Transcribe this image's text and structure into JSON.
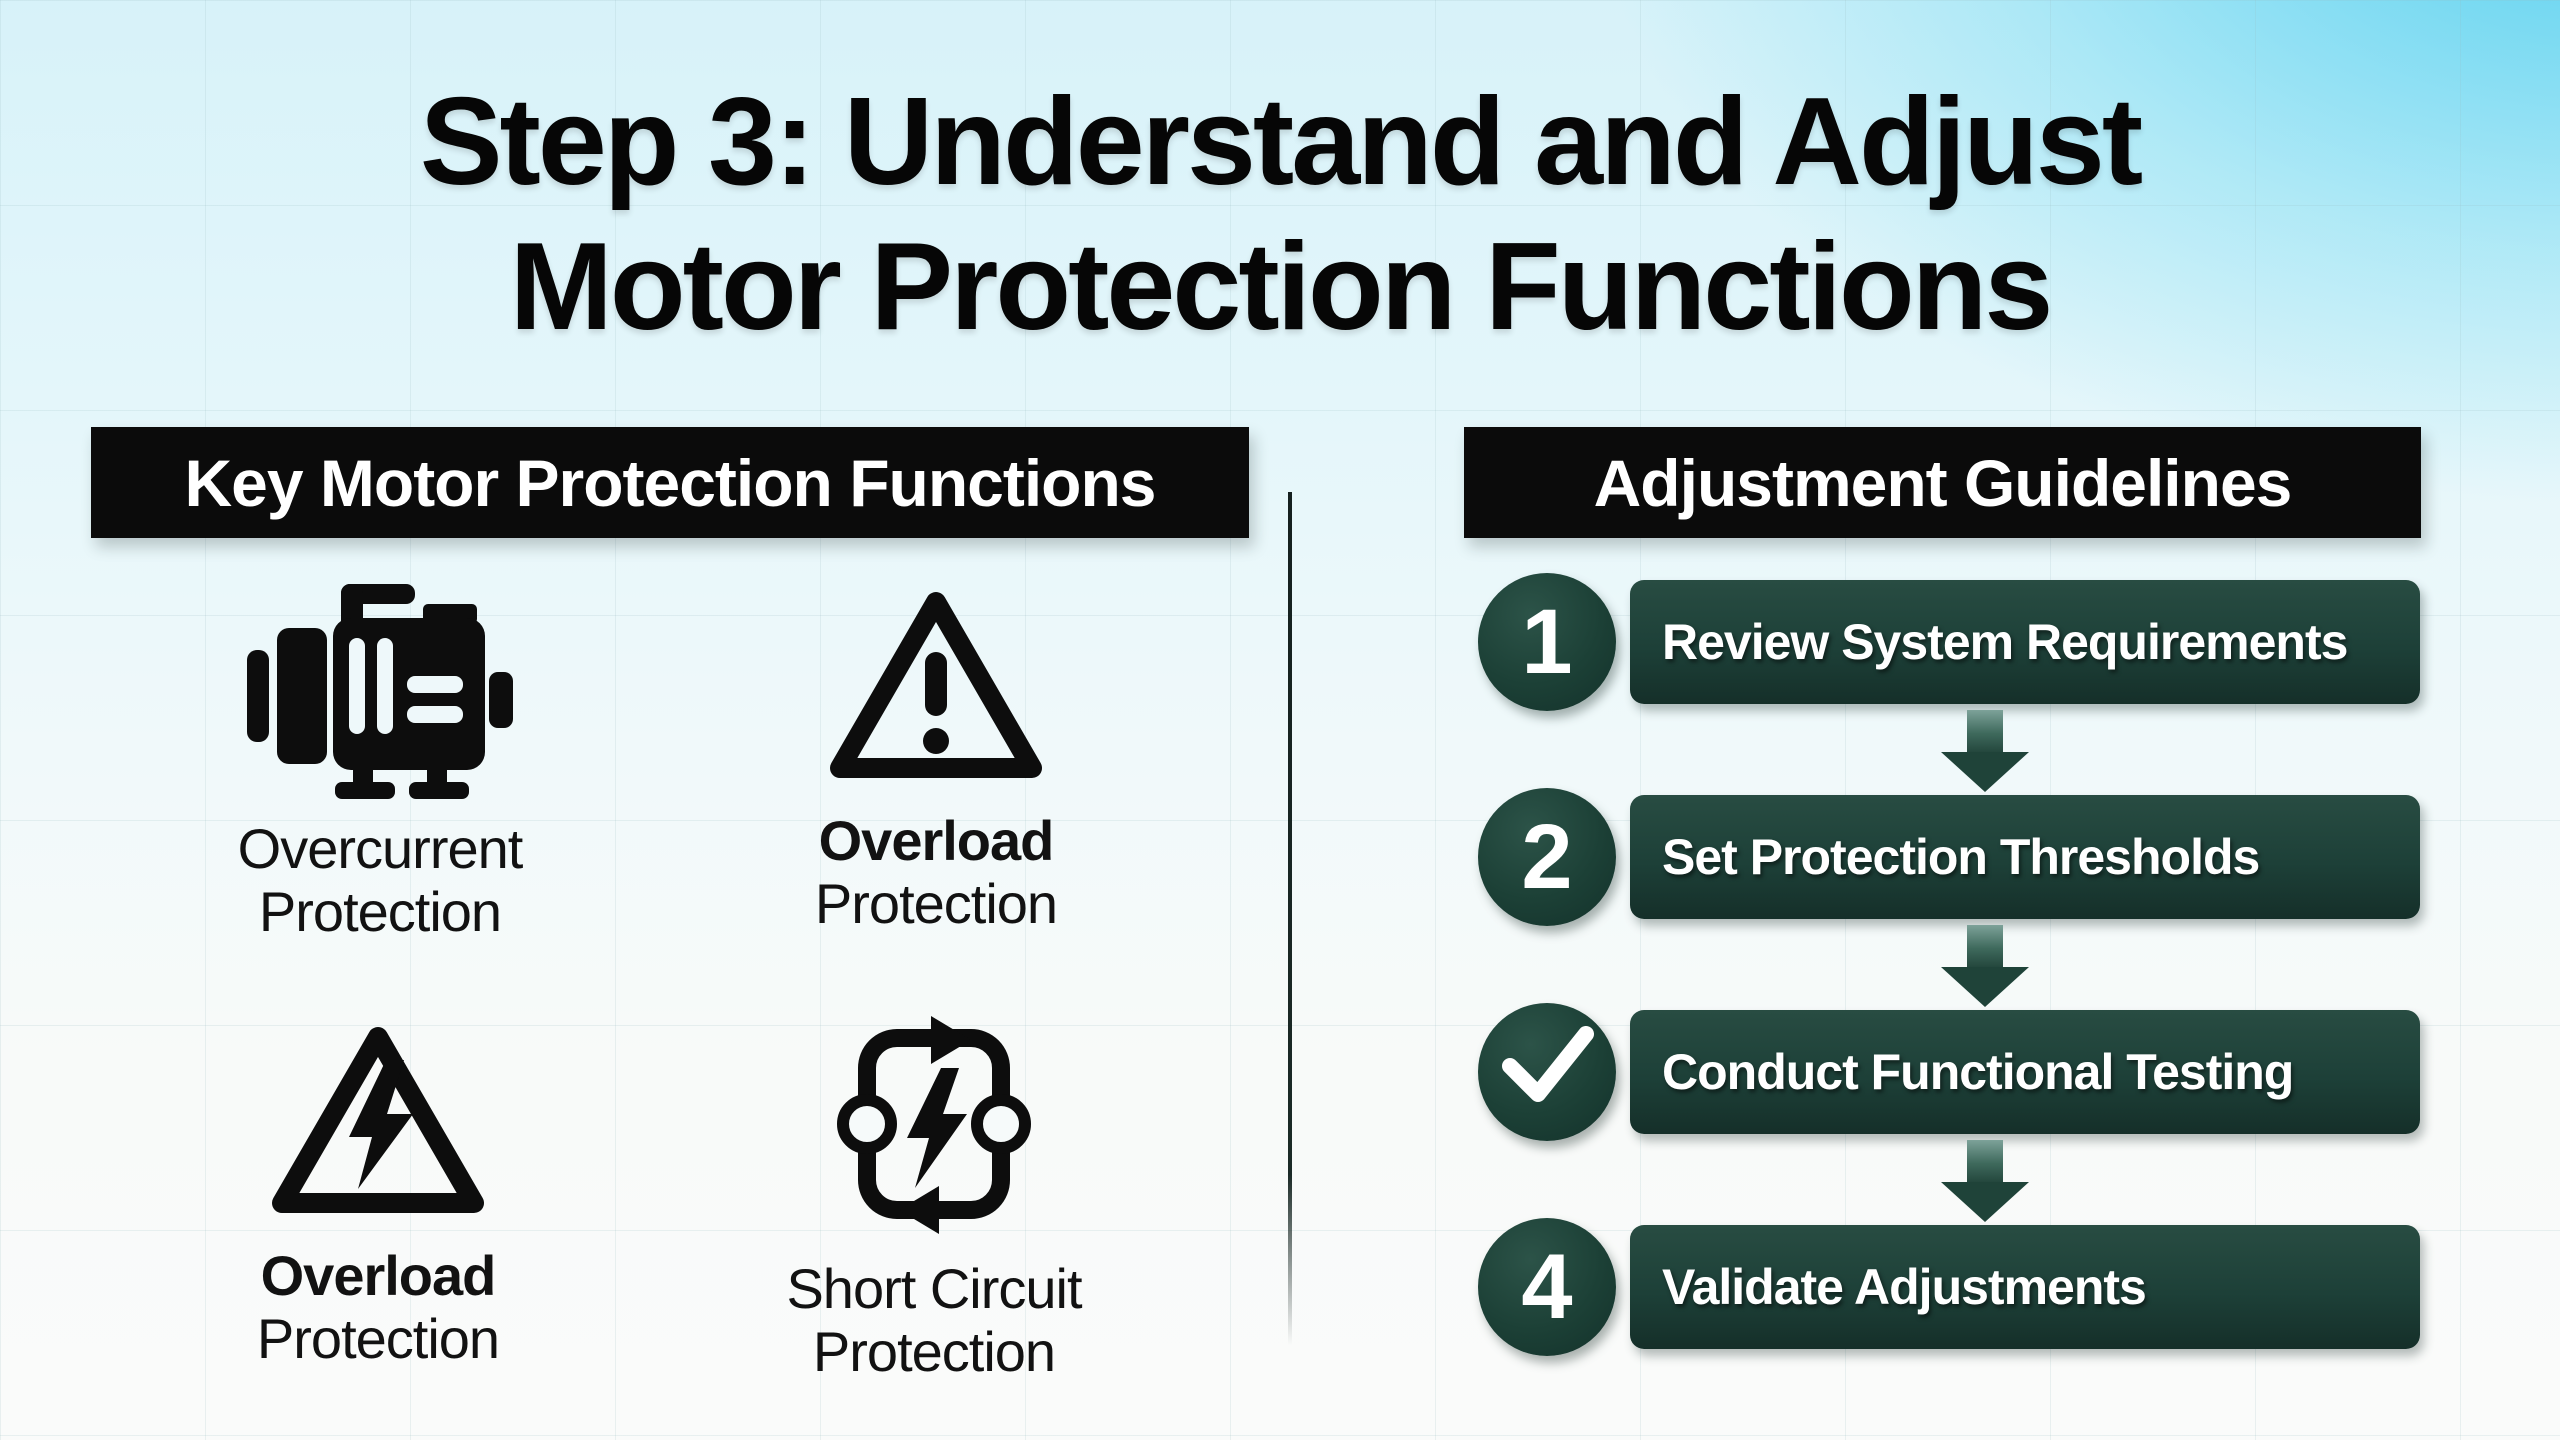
{
  "title": {
    "line1": "Step 3: Understand and Adjust",
    "line2": "Motor Protection Functions"
  },
  "left_panel": {
    "header": "Key Motor Protection Functions",
    "items": [
      {
        "icon": "motor-icon",
        "label_line1": "Overcurrent",
        "label_line2": "Protection"
      },
      {
        "icon": "warning-triangle-icon",
        "label_line1": "Overload",
        "label_line2": "Protection"
      },
      {
        "icon": "high-voltage-triangle-icon",
        "label_line1": "Overload",
        "label_line2": "Protection"
      },
      {
        "icon": "short-circuit-icon",
        "label_line1": "Short Circuit",
        "label_line2": "Protection"
      }
    ]
  },
  "right_panel": {
    "header": "Adjustment Guidelines",
    "steps": [
      {
        "marker": "1",
        "label": "Review System Requirements"
      },
      {
        "marker": "2",
        "label": "Set Protection Thresholds"
      },
      {
        "marker_icon": "check-icon",
        "label": "Conduct Functional Testing"
      },
      {
        "marker": "4",
        "label": "Validate Adjustments"
      }
    ],
    "connector_icon": "down-arrow-icon"
  },
  "colors": {
    "step_bar_green": "#1d4038",
    "step_circle_green": "#1c4036",
    "arrow_green": "#1f4339",
    "header_black": "#0b0b0b",
    "icon_black": "#0d0d0d",
    "text_black": "#121212",
    "step_text_white": "#ffffff",
    "background_sky_blue": "#62d4ec",
    "background_pale": "#fafbfa"
  }
}
